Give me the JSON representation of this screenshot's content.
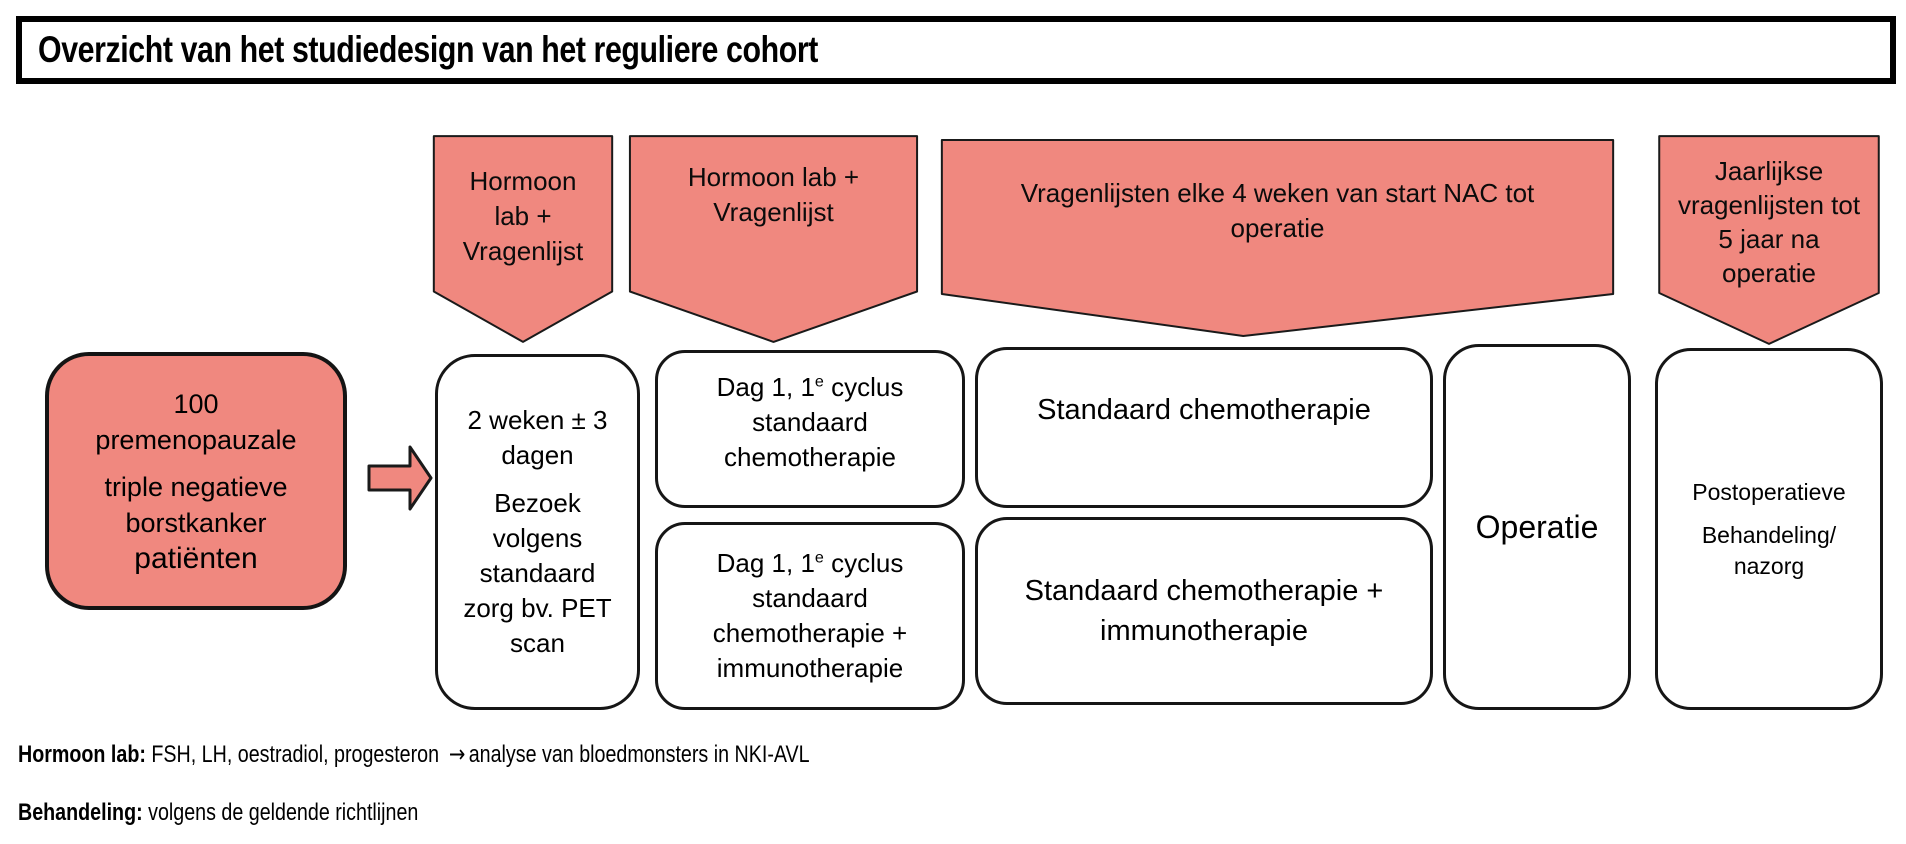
{
  "title": "Overzicht van het studiedesign van het reguliere cohort",
  "palette": {
    "salmon": "#F0887F",
    "outline": "#1A1A1A"
  },
  "callouts": {
    "hormone_lab_short": "Hormoon lab + Vragenlijst",
    "hormone_lab_wide": "Hormoon lab + Vragenlijst",
    "questionnaires_nac": "Vragenlijsten elke 4 weken van start NAC tot operatie",
    "yearly_questionnaires": "Jaarlijkse vragenlijsten tot 5 jaar na operatie"
  },
  "cohort": {
    "lines": [
      "100",
      "premenopauzale",
      "triple negatieve",
      "borstkanker",
      "patiënten"
    ]
  },
  "boxes": {
    "baseline": {
      "p1": "2 weken ± 3 dagen",
      "p2": "Bezoek volgens standaard zorg bv. PET scan"
    },
    "cycle_standard": {
      "prefix": "Dag 1, 1",
      "sup": "e",
      "suffix": " cyclus standaard chemotherapie"
    },
    "cycle_immuno": {
      "prefix": "Dag 1, 1",
      "sup": "e",
      "suffix": " cyclus standaard chemotherapie + immunotherapie"
    },
    "chemo_standard": "Standaard chemotherapie",
    "chemo_immuno": "Standaard chemotherapie + immunotherapie",
    "surgery": "Operatie",
    "postop": {
      "p1": "Postoperatieve",
      "p2": "Behandeling/ nazorg"
    }
  },
  "footnotes": {
    "hormone_label": "Hormoon lab:",
    "hormone_text": " FSH, LH, oestradiol, progesteron",
    "hormone_arrow": "→",
    "hormone_text2": "analyse van bloedmonsters in NKI-AVL",
    "treatment_label": "Behandeling:",
    "treatment_text": " volgens de geldende richtlijnen"
  }
}
